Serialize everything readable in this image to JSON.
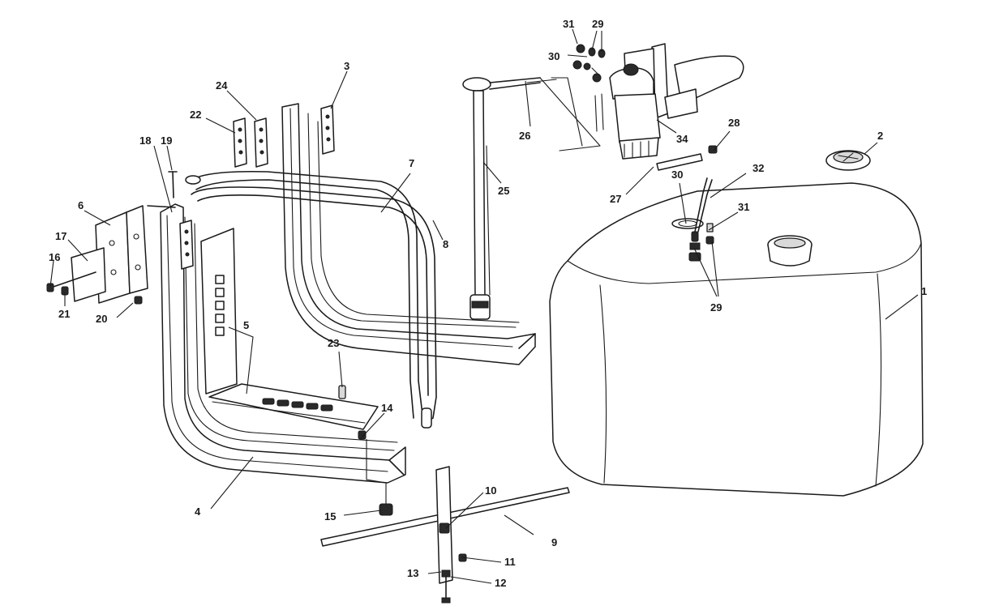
{
  "callouts": {
    "c1": "1",
    "c2": "2",
    "c3": "3",
    "c4": "4",
    "c5": "5",
    "c6": "6",
    "c7": "7",
    "c8": "8",
    "c9": "9",
    "c10": "10",
    "c11": "11",
    "c12": "12",
    "c13": "13",
    "c14": "14",
    "c15": "15",
    "c16": "16",
    "c17": "17",
    "c18": "18",
    "c19": "19",
    "c20": "20",
    "c21": "21",
    "c22": "22",
    "c23": "23",
    "c24": "24",
    "c25": "25",
    "c26": "26",
    "c27": "27",
    "c28": "28",
    "c29a": "29",
    "c29b": "29",
    "c30a": "30",
    "c30b": "30",
    "c31a": "31",
    "c31b": "31",
    "c32": "32",
    "c34": "34"
  }
}
